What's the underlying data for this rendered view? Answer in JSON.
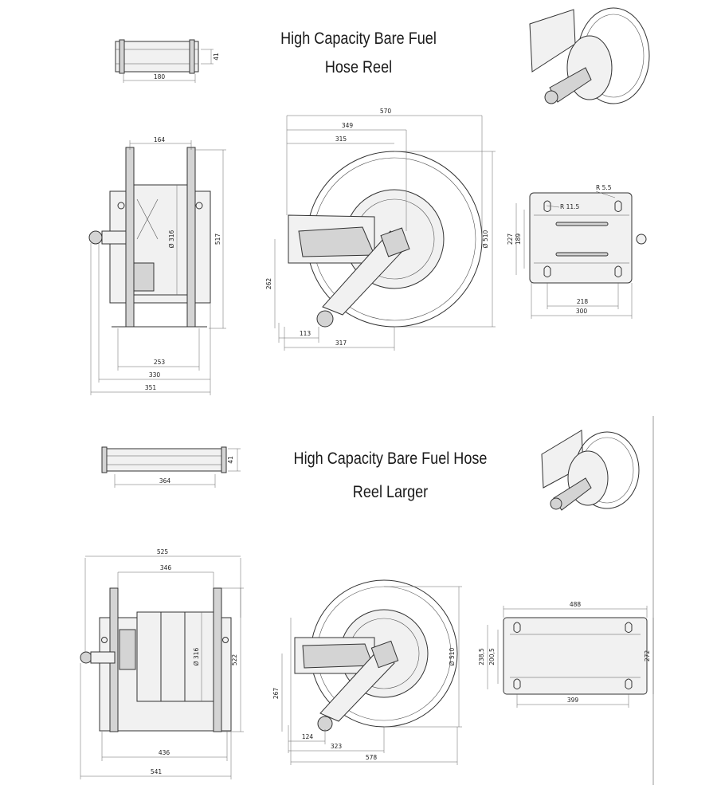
{
  "sections": [
    {
      "title_line1": "High Capacity Bare Fuel",
      "title_line2": "Hose Reel",
      "top_view": {
        "width": "180",
        "height": "41"
      },
      "side_view": {
        "width_164": "164",
        "height_517": "517",
        "diameter": "Ø 316",
        "w253": "253",
        "w330": "330",
        "w351": "351"
      },
      "front_view": {
        "w570": "570",
        "w349": "349",
        "w315": "315",
        "d510": "Ø 510",
        "h262": "262",
        "w113": "113",
        "w317": "317"
      },
      "bracket_view": {
        "r55": "R 5.5",
        "r115": "R 11.5",
        "h227": "227",
        "h189": "189",
        "w218": "218",
        "w300": "300"
      }
    },
    {
      "title_line1": "High Capacity Bare Fuel Hose",
      "title_line2": "Reel Larger",
      "top_view": {
        "width": "364",
        "height": "41"
      },
      "side_view": {
        "w525": "525",
        "w346": "346",
        "diameter": "Ø 316",
        "h522": "522",
        "w436": "436",
        "w541": "541"
      },
      "front_view": {
        "d510": "Ø 510",
        "h267": "267",
        "w124": "124",
        "w323": "323",
        "w578": "578"
      },
      "bracket_view": {
        "w488": "488",
        "h2385": "238,5",
        "h2005": "200,5",
        "h272": "272",
        "w399": "399"
      }
    }
  ]
}
